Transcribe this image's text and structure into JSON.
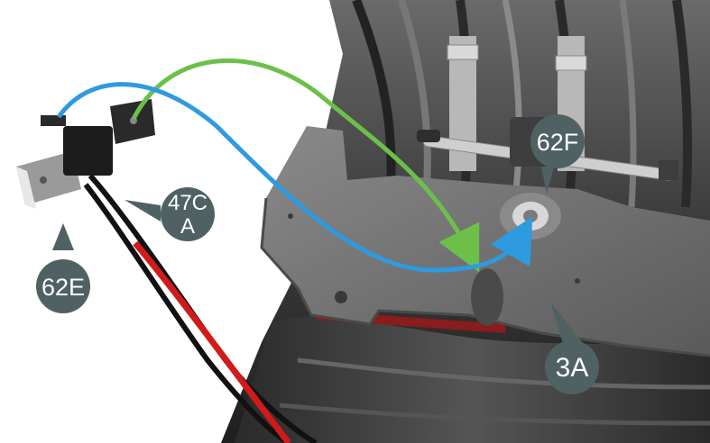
{
  "callouts": {
    "part_62f": "62F",
    "part_47c_line1": "47C",
    "part_47c_line2": "A",
    "part_62e": "62E",
    "part_3a": "3A"
  },
  "colors": {
    "callout_fill": "#4f6163",
    "green_arrow": "#6cc04a",
    "blue_arrow": "#2e9ae0",
    "wire_red": "#d21a1a",
    "wire_black": "#111111",
    "part_grey": "#6d6d6d",
    "seat_dark": "#3a3a3a"
  }
}
